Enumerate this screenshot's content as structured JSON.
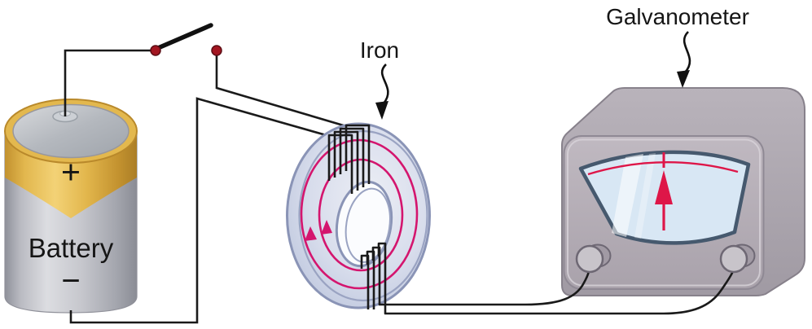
{
  "labels": {
    "battery": "Battery",
    "battery_positive": "+",
    "battery_negative": "−",
    "iron": "Iron",
    "galvanometer": "Galvanometer"
  },
  "colors": {
    "background": "#ffffff",
    "wire": "#1a1a1a",
    "switch-dot": "#a31621",
    "switch-dot-edge": "#5c0d14",
    "gold": "#e3b84e",
    "gold-edge": "#b9892b",
    "silver": "#c5c6cc",
    "ring-outline": "#8a94b6",
    "ring-rim": "#9aa3c2",
    "field-line": "#d4156e",
    "needle-red": "#de1648",
    "display-fill": "#d8e7f4",
    "display-edge": "#46596e",
    "body-gray": "#aaa3ac",
    "body-edge": "#87818b",
    "panel-gray": "#b6afb7",
    "panel-edge": "#8f8994",
    "terminal-gray": "#c8c4ca",
    "terminal-edge": "#6e6874",
    "label-text": "#151515"
  }
}
